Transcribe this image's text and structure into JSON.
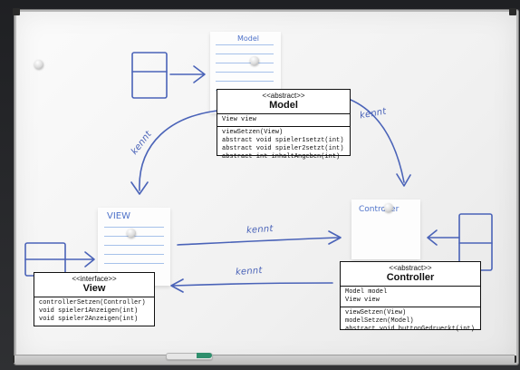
{
  "scene": {
    "description": "",
    "theme": "whiteboard-photo"
  },
  "handwritten_labels": {
    "model_paper": "Model",
    "view_paper": "VIEW",
    "controller_paper": "Controller",
    "view_to_controller_relation": "kennt",
    "controller_to_view_relation": "kennt",
    "model_to_view_relation": "kennt",
    "model_to_controller_relation": "kennt"
  },
  "uml": {
    "model": {
      "stereotype": "<<abstract>>",
      "title": "Model",
      "attributes": [
        "View view"
      ],
      "methods": [
        "viewSetzen(View)",
        "abstract void spieler1setzt(int)",
        "abstract void spieler2setzt(int)",
        "abstract int inhaltAngeben(int)"
      ]
    },
    "view": {
      "stereotype": "<<interface>>",
      "title": "View",
      "methods": [
        "controllerSetzen(Controller)",
        "void spieler1Anzeigen(int)",
        "void spieler2Anzeigen(int)"
      ]
    },
    "controller": {
      "stereotype": "<<abstract>>",
      "title": "Controller",
      "attributes": [
        "Model model",
        "View view"
      ],
      "methods": [
        "viewSetzen(View)",
        "modelSetzen(Model)",
        "abstract void buttonGedrueckt(int)"
      ]
    }
  },
  "colors": {
    "ink_blue": "#4a63b8",
    "uml_border": "#111111",
    "board_white": "#f3f3f3",
    "frame_gray": "#b8b8b8",
    "marker_green": "#2f8f6d"
  }
}
